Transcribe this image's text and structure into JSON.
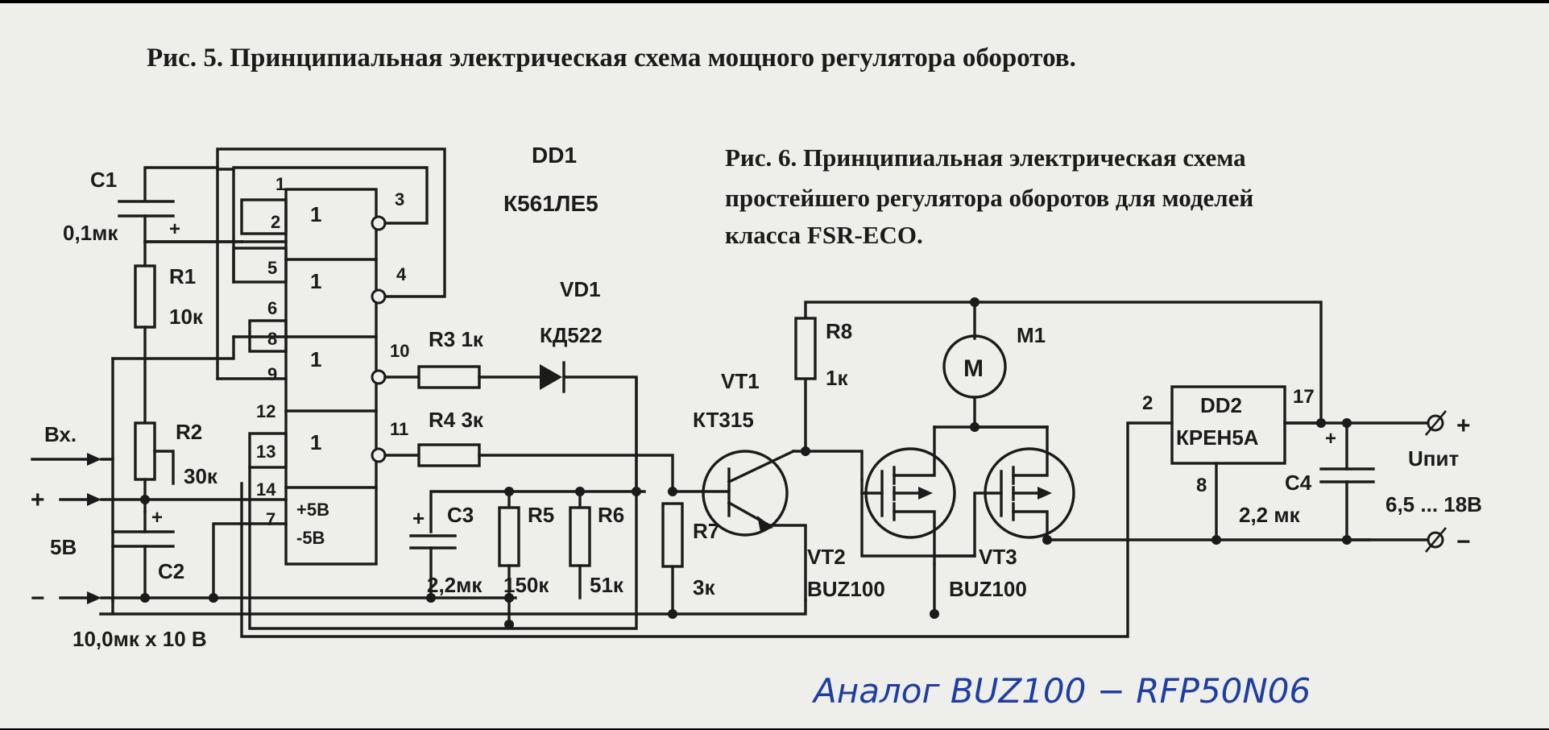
{
  "figures": {
    "fig5_caption": "Рис. 5. Принципиальная электрическая схема мощного регулятора оборотов.",
    "fig6_caption_line1": "Рис. 6. Принципиальная электрическая схема",
    "fig6_caption_line2": "простейшего регулятора оборотов для моделей",
    "fig6_caption_line3": "класса FSR-ECO."
  },
  "components": {
    "dd1_ref": "DD1",
    "dd1_type": "К561ЛЕ5",
    "c1_ref": "С1",
    "c1_value": "0,1мк",
    "r1_ref": "R1",
    "r1_value": "10к",
    "r2_ref": "R2",
    "r2_value": "30к",
    "c2_ref": "С2",
    "c2_value": "10,0мк х 10 В",
    "r3_label": "R3 1к",
    "r4_label": "R4 3к",
    "vd1_ref": "VD1",
    "vd1_type": "КД522",
    "c3_ref": "С3",
    "c3_value": "2,2мк",
    "r5_ref": "R5",
    "r5_value": "150к",
    "r6_ref": "R6",
    "r6_value": "51к",
    "r7_ref": "R7",
    "r7_value": "3к",
    "vt1_ref": "VT1",
    "vt1_type": "КТ315",
    "r8_ref": "R8",
    "r8_value": "1к",
    "m1_ref": "М1",
    "m1_symbol": "М",
    "vt2_ref": "VT2",
    "vt2_type": "BUZ100",
    "vt3_ref": "VT3",
    "vt3_type": "BUZ100",
    "dd2_ref": "DD2",
    "dd2_type": "КРЕН5А",
    "c4_ref": "С4",
    "c4_value": "2,2 мк",
    "supply_label": "+5В",
    "supply_label2": "-5В",
    "input_label": "Вх.",
    "voltage_5v": "5В",
    "uout_label": "Uпит",
    "uout_range": "6,5 ... 18В",
    "plus": "+",
    "minus": "−",
    "gate_symbol": "1"
  },
  "pins": {
    "p1": "1",
    "p2": "2",
    "p3": "3",
    "p4": "4",
    "p5": "5",
    "p6": "6",
    "p8": "8",
    "p9": "9",
    "p10": "10",
    "p11": "11",
    "p12": "12",
    "p13": "13",
    "p14": "14",
    "p7": "7",
    "dd2_in": "2",
    "dd2_out": "17",
    "dd2_gnd": "8"
  },
  "handwritten_note": "Аналог  BUZ100 − RFP50N06"
}
